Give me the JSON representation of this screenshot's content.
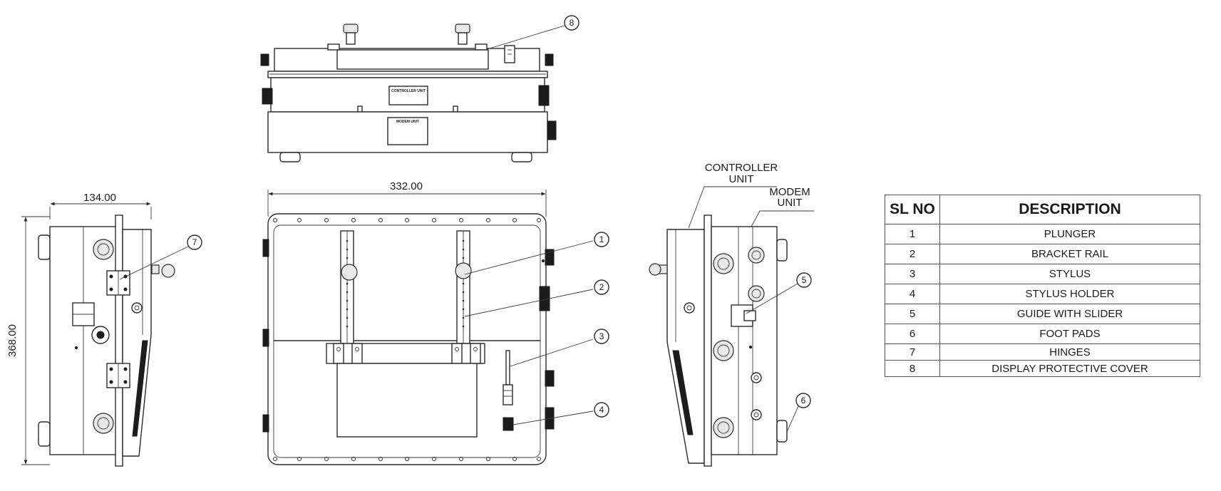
{
  "dimensions": {
    "depth": "134.00",
    "width": "332.00",
    "height": "368.00"
  },
  "labels": {
    "controller_unit": [
      "CONTROLLER",
      "UNIT"
    ],
    "modem_unit": [
      "MODEM",
      "UNIT"
    ],
    "plate_controller": "CONTROLLER UNIT",
    "plate_modem": "MODEM UNIT"
  },
  "callouts": [
    "1",
    "2",
    "3",
    "4",
    "5",
    "6",
    "7",
    "8"
  ],
  "table": {
    "headers": [
      "SL NO",
      "DESCRIPTION"
    ],
    "rows": [
      {
        "no": "1",
        "desc": "PLUNGER"
      },
      {
        "no": "2",
        "desc": "BRACKET RAIL"
      },
      {
        "no": "3",
        "desc": "STYLUS"
      },
      {
        "no": "4",
        "desc": "STYLUS HOLDER"
      },
      {
        "no": "5",
        "desc": "GUIDE WITH SLIDER"
      },
      {
        "no": "6",
        "desc": "FOOT PADS"
      },
      {
        "no": "7",
        "desc": "HINGES"
      },
      {
        "no": "8",
        "desc": "DISPLAY PROTECTIVE COVER"
      }
    ]
  }
}
